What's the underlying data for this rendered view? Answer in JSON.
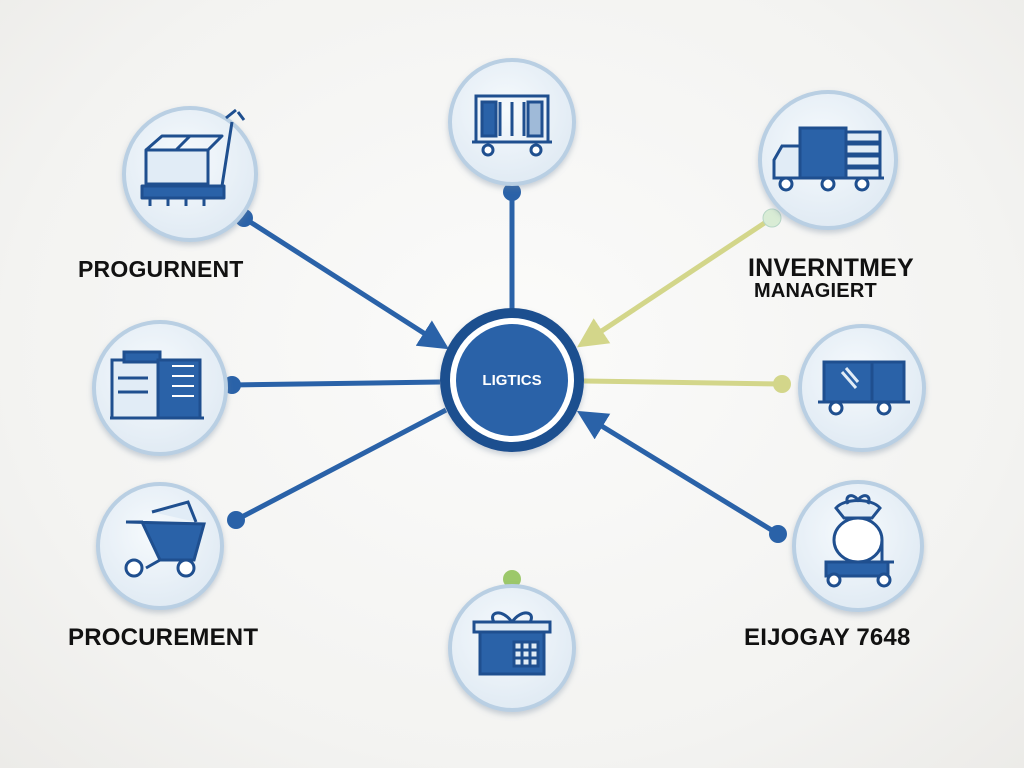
{
  "hub": {
    "label": "LIGTICS"
  },
  "labels": {
    "top_left": "PROGURNENT",
    "bottom_left": "PROCUREMENT",
    "right_top_line1": "INVERNTMEY",
    "right_top_line2": "MANAGIERT",
    "bottom_right": "EIJOGAY 7648"
  },
  "nodes": [
    {
      "id": "top-left",
      "icon": "pallet-jack-icon"
    },
    {
      "id": "top",
      "icon": "warehouse-cart-icon"
    },
    {
      "id": "top-right",
      "icon": "delivery-truck-icon"
    },
    {
      "id": "left",
      "icon": "document-files-icon"
    },
    {
      "id": "right",
      "icon": "cargo-van-icon"
    },
    {
      "id": "bottom-left",
      "icon": "shopping-cart-icon"
    },
    {
      "id": "bottom",
      "icon": "gift-box-icon"
    },
    {
      "id": "bottom-right",
      "icon": "sack-forklift-icon"
    }
  ],
  "colors": {
    "primary_blue": "#2a62a8",
    "dark_blue": "#1f4f8f",
    "olive_line": "#d3d68a",
    "green_line": "#8bbf6a",
    "node_fill": "#e9f1f8",
    "node_ring": "#b9cfe3"
  }
}
